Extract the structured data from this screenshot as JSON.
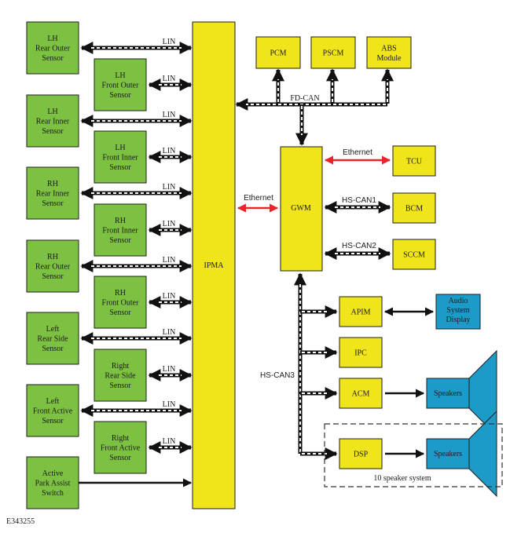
{
  "ipma": "IPMA",
  "gwm": "GWM",
  "top_modules": [
    {
      "id": "pcm",
      "lines": [
        "PCM"
      ]
    },
    {
      "id": "pscm",
      "lines": [
        "PSCM"
      ]
    },
    {
      "id": "abs",
      "lines": [
        "ABS",
        "Module"
      ]
    }
  ],
  "left_outer_sensors": [
    {
      "id": "lh-rear-outer",
      "lines": [
        "LH",
        "Rear Outer",
        "Sensor"
      ]
    },
    {
      "id": "lh-rear-inner",
      "lines": [
        "LH",
        "Rear Inner",
        "Sensor"
      ]
    },
    {
      "id": "rh-rear-inner",
      "lines": [
        "RH",
        "Rear Inner",
        "Sensor"
      ]
    },
    {
      "id": "rh-rear-outer",
      "lines": [
        "RH",
        "Rear Outer",
        "Sensor"
      ]
    },
    {
      "id": "left-rear-side",
      "lines": [
        "Left",
        "Rear Side",
        "Sensor"
      ]
    },
    {
      "id": "left-front-active",
      "lines": [
        "Left",
        "Front Active",
        "Sensor"
      ]
    },
    {
      "id": "park-assist-switch",
      "lines": [
        "Active",
        "Park Assist",
        "Switch"
      ]
    }
  ],
  "left_inner_sensors": [
    {
      "id": "lh-front-outer",
      "lines": [
        "LH",
        "Front Outer",
        "Sensor"
      ]
    },
    {
      "id": "lh-front-inner",
      "lines": [
        "LH",
        "Front Inner",
        "Sensor"
      ]
    },
    {
      "id": "rh-front-inner",
      "lines": [
        "RH",
        "Front Inner",
        "Sensor"
      ]
    },
    {
      "id": "rh-front-outer",
      "lines": [
        "RH",
        "Front Outer",
        "Sensor"
      ]
    },
    {
      "id": "right-rear-side",
      "lines": [
        "Right",
        "Rear Side",
        "Sensor"
      ]
    },
    {
      "id": "right-front-active",
      "lines": [
        "Right",
        "Front Active",
        "Sensor"
      ]
    }
  ],
  "gwm_right_modules": [
    {
      "id": "tcu",
      "lines": [
        "TCU"
      ]
    },
    {
      "id": "bcm",
      "lines": [
        "BCM"
      ]
    },
    {
      "id": "sccm",
      "lines": [
        "SCCM"
      ]
    }
  ],
  "hs_can3_modules": [
    {
      "id": "apim",
      "lines": [
        "APIM"
      ]
    },
    {
      "id": "ipc",
      "lines": [
        "IPC"
      ]
    },
    {
      "id": "acm",
      "lines": [
        "ACM"
      ]
    },
    {
      "id": "dsp",
      "lines": [
        "DSP"
      ]
    }
  ],
  "audio_display": [
    "Audio",
    "System",
    "Display"
  ],
  "speakers_label": "Speakers",
  "labels": {
    "lin": "LIN",
    "fd_can": "FD-CAN",
    "ethernet": "Ethernet",
    "hs_can1": "HS-CAN1",
    "hs_can2": "HS-CAN2",
    "hs_can3": "HS-CAN3",
    "speaker_system": "10 speaker system",
    "figure_id": "E343255"
  },
  "colors": {
    "sensor_green": "#7dc142",
    "module_yellow": "#f0e41a",
    "output_blue": "#1c9bc8",
    "ethernet_red": "#e8242a"
  }
}
